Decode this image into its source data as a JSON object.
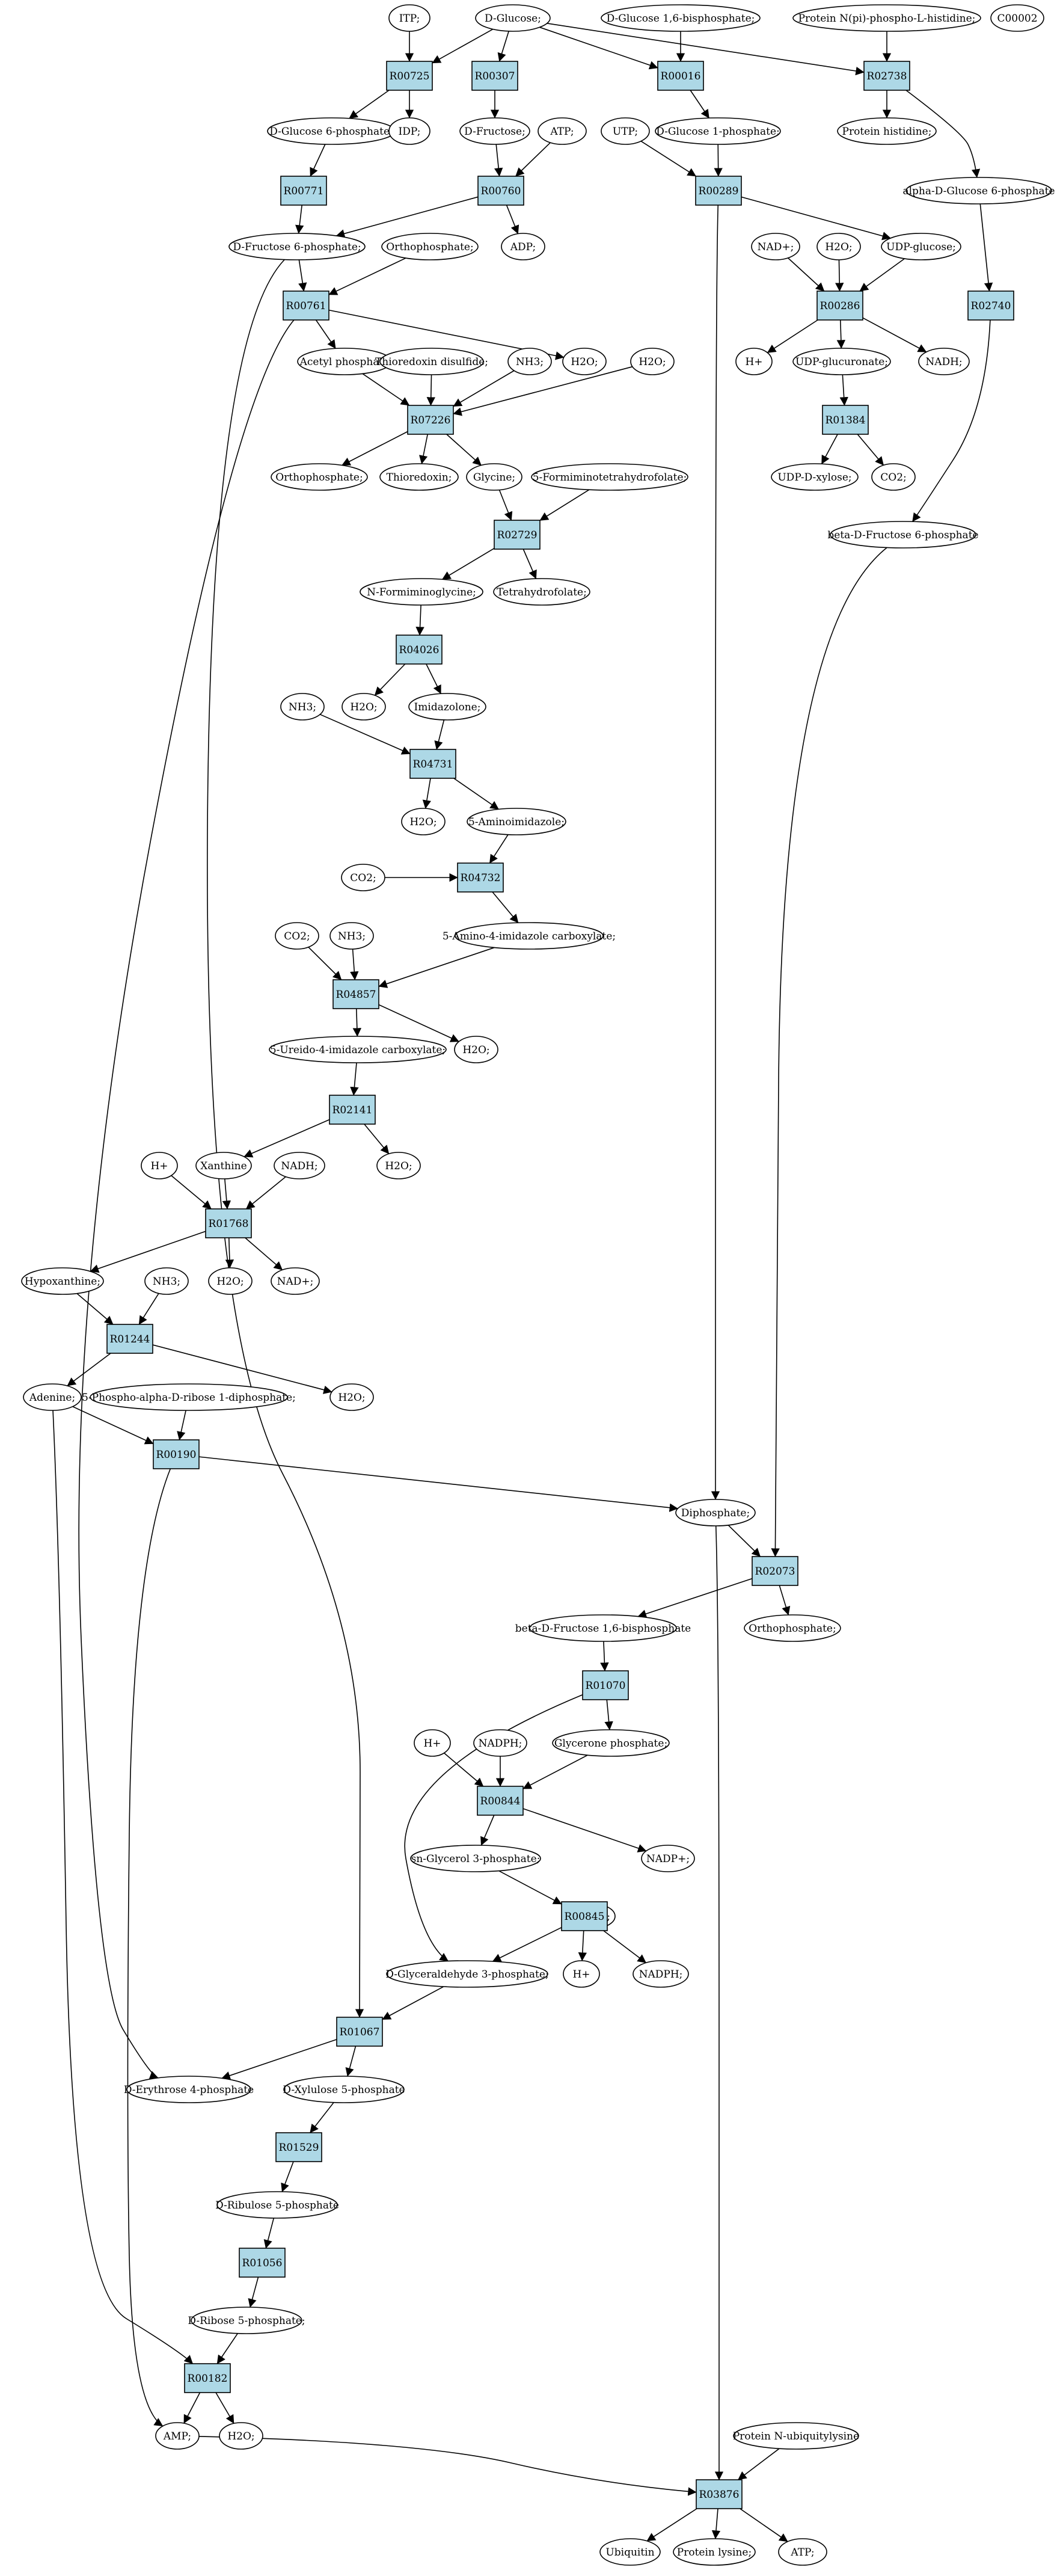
{
  "colors": {
    "reaction_fill": "#add8e6",
    "compound_fill": "#ffffff",
    "start_fill": "#00ff00",
    "target_fill": "#ffff00",
    "edge": "#000000"
  },
  "compounds": [
    {
      "id": "itp",
      "label": "ITP;"
    },
    {
      "id": "dglc",
      "label": "D-Glucose;",
      "fill": "#00ff00"
    },
    {
      "id": "dglc16bp",
      "label": "D-Glucose 1,6-bisphosphate;"
    },
    {
      "id": "protnphis",
      "label": "Protein N(pi)-phospho-L-histidine;"
    },
    {
      "id": "c00002",
      "label": "C00002",
      "fill": "#ffff00"
    },
    {
      "id": "dglc6p",
      "label": "D-Glucose 6-phosphate;"
    },
    {
      "id": "idp",
      "label": "IDP;"
    },
    {
      "id": "dfru",
      "label": "D-Fructose;"
    },
    {
      "id": "atp1",
      "label": "ATP;"
    },
    {
      "id": "utp",
      "label": "UTP;"
    },
    {
      "id": "dglc1p",
      "label": "D-Glucose 1-phosphate;"
    },
    {
      "id": "prothis",
      "label": "Protein histidine;"
    },
    {
      "id": "adglc6p",
      "label": "alpha-D-Glucose 6-phosphate"
    },
    {
      "id": "dfru6p",
      "label": "D-Fructose 6-phosphate;"
    },
    {
      "id": "orthop1",
      "label": "Orthophosphate;"
    },
    {
      "id": "adp",
      "label": "ADP;"
    },
    {
      "id": "nadp1",
      "label": "NAD+;"
    },
    {
      "id": "h2o_a",
      "label": "H2O;"
    },
    {
      "id": "udpglc",
      "label": "UDP-glucose;"
    },
    {
      "id": "acetylp",
      "label": "Acetyl phosphate"
    },
    {
      "id": "thiodis",
      "label": "Thioredoxin disulfide;"
    },
    {
      "id": "nh3_a",
      "label": "NH3;"
    },
    {
      "id": "h2o_b",
      "label": "H2O;"
    },
    {
      "id": "h2o_c",
      "label": "H2O;"
    },
    {
      "id": "hplus_a",
      "label": "H+"
    },
    {
      "id": "udpglcur",
      "label": "UDP-glucuronate;"
    },
    {
      "id": "nadh_a",
      "label": "NADH;"
    },
    {
      "id": "orthop2",
      "label": "Orthophosphate;"
    },
    {
      "id": "thio",
      "label": "Thioredoxin;"
    },
    {
      "id": "gly",
      "label": "Glycine;"
    },
    {
      "id": "formthf",
      "label": "5-Formiminotetrahydrofolate;"
    },
    {
      "id": "udpxyl",
      "label": "UDP-D-xylose;"
    },
    {
      "id": "co2_a",
      "label": "CO2;"
    },
    {
      "id": "bfru6p",
      "label": "beta-D-Fructose 6-phosphate"
    },
    {
      "id": "nformgly",
      "label": "N-Formiminoglycine;"
    },
    {
      "id": "thf",
      "label": "Tetrahydrofolate;"
    },
    {
      "id": "nh3_b",
      "label": "NH3;"
    },
    {
      "id": "h2o_d",
      "label": "H2O;"
    },
    {
      "id": "imidaz",
      "label": "Imidazolone;"
    },
    {
      "id": "h2o_e",
      "label": "H2O;"
    },
    {
      "id": "aminoimid",
      "label": "5-Aminoimidazole;"
    },
    {
      "id": "co2_b",
      "label": "CO2;"
    },
    {
      "id": "aicarb",
      "label": "5-Amino-4-imidazole carboxylate;"
    },
    {
      "id": "co2_c",
      "label": "CO2;"
    },
    {
      "id": "nh3_c",
      "label": "NH3;"
    },
    {
      "id": "ureido",
      "label": "5-Ureido-4-imidazole carboxylate;"
    },
    {
      "id": "h2o_f",
      "label": "H2O;"
    },
    {
      "id": "hplus_b",
      "label": "H+"
    },
    {
      "id": "xanth",
      "label": "Xanthine"
    },
    {
      "id": "nadh_b",
      "label": "NADH;"
    },
    {
      "id": "h2o_g",
      "label": "H2O;"
    },
    {
      "id": "hypox",
      "label": "Hypoxanthine;"
    },
    {
      "id": "nh3_d",
      "label": "NH3;"
    },
    {
      "id": "h2o_h",
      "label": "H2O;"
    },
    {
      "id": "nadp2",
      "label": "NAD+;"
    },
    {
      "id": "adenine",
      "label": "Adenine;"
    },
    {
      "id": "prpp",
      "label": "5-Phospho-alpha-D-ribose 1-diphosphate;"
    },
    {
      "id": "h2o_i",
      "label": "H2O;"
    },
    {
      "id": "diphos",
      "label": "Diphosphate;"
    },
    {
      "id": "bfru16bp",
      "label": "beta-D-Fructose 1,6-bisphosphate"
    },
    {
      "id": "orthop3",
      "label": "Orthophosphate;"
    },
    {
      "id": "hplus_c",
      "label": "H+"
    },
    {
      "id": "nadph_a",
      "label": "NADPH;"
    },
    {
      "id": "glyceronep",
      "label": "Glycerone phosphate;"
    },
    {
      "id": "snglyc3p",
      "label": "sn-Glycerol 3-phosphate;"
    },
    {
      "id": "nadpp_a",
      "label": "NADP+;"
    },
    {
      "id": "nadpp_b",
      "label": "NADP+;"
    },
    {
      "id": "dga3p",
      "label": "D-Glyceraldehyde 3-phosphate;"
    },
    {
      "id": "hplus_d",
      "label": "H+"
    },
    {
      "id": "nadph_b",
      "label": "NADPH;"
    },
    {
      "id": "dery4p",
      "label": "D-Erythrose 4-phosphate"
    },
    {
      "id": "dxyl5p",
      "label": "D-Xylulose 5-phosphate"
    },
    {
      "id": "drbl5p",
      "label": "D-Ribulose 5-phosphate"
    },
    {
      "id": "drib5p",
      "label": "D-Ribose 5-phosphate;"
    },
    {
      "id": "protnub",
      "label": "Protein N-ubiquitylysine"
    },
    {
      "id": "amp",
      "label": "AMP;"
    },
    {
      "id": "h2o_j",
      "label": "H2O;"
    },
    {
      "id": "ubiq",
      "label": "Ubiquitin"
    },
    {
      "id": "protlys",
      "label": "Protein lysine;"
    },
    {
      "id": "atp2",
      "label": "ATP;"
    }
  ],
  "reactions": [
    {
      "id": "R00725",
      "label": "R00725"
    },
    {
      "id": "R00307",
      "label": "R00307"
    },
    {
      "id": "R00016",
      "label": "R00016"
    },
    {
      "id": "R02738",
      "label": "R02738"
    },
    {
      "id": "R00771",
      "label": "R00771"
    },
    {
      "id": "R00760",
      "label": "R00760"
    },
    {
      "id": "R00289",
      "label": "R00289"
    },
    {
      "id": "R00761",
      "label": "R00761"
    },
    {
      "id": "R00286",
      "label": "R00286"
    },
    {
      "id": "R02740",
      "label": "R02740"
    },
    {
      "id": "R07226",
      "label": "R07226"
    },
    {
      "id": "R01384",
      "label": "R01384"
    },
    {
      "id": "R02729",
      "label": "R02729"
    },
    {
      "id": "R04026",
      "label": "R04026"
    },
    {
      "id": "R04731",
      "label": "R04731"
    },
    {
      "id": "R04732",
      "label": "R04732"
    },
    {
      "id": "R04857",
      "label": "R04857"
    },
    {
      "id": "R02141",
      "label": "R02141"
    },
    {
      "id": "R01768",
      "label": "R01768"
    },
    {
      "id": "R01244",
      "label": "R01244"
    },
    {
      "id": "R00190",
      "label": "R00190"
    },
    {
      "id": "R02073",
      "label": "R02073"
    },
    {
      "id": "R01070",
      "label": "R01070"
    },
    {
      "id": "R00844",
      "label": "R00844"
    },
    {
      "id": "R00845",
      "label": "R00845"
    },
    {
      "id": "R01067",
      "label": "R01067"
    },
    {
      "id": "R01529",
      "label": "R01529"
    },
    {
      "id": "R01056",
      "label": "R01056"
    },
    {
      "id": "R00182",
      "label": "R00182"
    },
    {
      "id": "R03876",
      "label": "R03876"
    }
  ],
  "edges": [
    [
      "itp",
      "R00725"
    ],
    [
      "dglc",
      "R00725"
    ],
    [
      "dglc",
      "R00307"
    ],
    [
      "dglc",
      "R00016"
    ],
    [
      "dglc",
      "R02738"
    ],
    [
      "dglc16bp",
      "R00016"
    ],
    [
      "protnphis",
      "R02738"
    ],
    [
      "R00725",
      "dglc6p"
    ],
    [
      "R00725",
      "idp"
    ],
    [
      "R00307",
      "dfru"
    ],
    [
      "R00016",
      "dglc1p"
    ],
    [
      "R02738",
      "prothis"
    ],
    [
      "R02738",
      "adglc6p"
    ],
    [
      "dglc6p",
      "R00771"
    ],
    [
      "dfru",
      "R00760"
    ],
    [
      "atp1",
      "R00760"
    ],
    [
      "utp",
      "R00289"
    ],
    [
      "dglc1p",
      "R00289"
    ],
    [
      "R00771",
      "dfru6p"
    ],
    [
      "R00760",
      "dfru6p"
    ],
    [
      "R00760",
      "adp"
    ],
    [
      "adglc6p",
      "R02740"
    ],
    [
      "dfru6p",
      "R00761"
    ],
    [
      "orthop1",
      "R00761"
    ],
    [
      "R00289",
      "udpglc"
    ],
    [
      "R00289",
      "diphos"
    ],
    [
      "nadp1",
      "R00286"
    ],
    [
      "h2o_a",
      "R00286"
    ],
    [
      "udpglc",
      "R00286"
    ],
    [
      "R00761",
      "acetylp"
    ],
    [
      "R00761",
      "h2o_b"
    ],
    [
      "R00761",
      "dery4p"
    ],
    [
      "dfru6p",
      "R01067"
    ],
    [
      "R00286",
      "hplus_a"
    ],
    [
      "R00286",
      "udpglcur"
    ],
    [
      "R00286",
      "nadh_a"
    ],
    [
      "R02740",
      "bfru6p"
    ],
    [
      "acetylp",
      "R07226"
    ],
    [
      "thiodis",
      "R07226"
    ],
    [
      "nh3_a",
      "R07226"
    ],
    [
      "h2o_c",
      "R07226"
    ],
    [
      "udpglcur",
      "R01384"
    ],
    [
      "R01384",
      "udpxyl"
    ],
    [
      "R01384",
      "co2_a"
    ],
    [
      "R07226",
      "orthop2"
    ],
    [
      "R07226",
      "thio"
    ],
    [
      "R07226",
      "gly"
    ],
    [
      "gly",
      "R02729"
    ],
    [
      "formthf",
      "R02729"
    ],
    [
      "R02729",
      "nformgly"
    ],
    [
      "R02729",
      "thf"
    ],
    [
      "nformgly",
      "R04026"
    ],
    [
      "R04026",
      "h2o_d"
    ],
    [
      "R04026",
      "imidaz"
    ],
    [
      "nh3_b",
      "R04731"
    ],
    [
      "imidaz",
      "R04731"
    ],
    [
      "R04731",
      "h2o_e"
    ],
    [
      "R04731",
      "aminoimid"
    ],
    [
      "co2_b",
      "R04732"
    ],
    [
      "aminoimid",
      "R04732"
    ],
    [
      "R04732",
      "aicarb"
    ],
    [
      "co2_c",
      "R04857"
    ],
    [
      "nh3_c",
      "R04857"
    ],
    [
      "aicarb",
      "R04857"
    ],
    [
      "R04857",
      "ureido"
    ],
    [
      "R04857",
      "h2o_f"
    ],
    [
      "ureido",
      "R02141"
    ],
    [
      "R02141",
      "xanth"
    ],
    [
      "R02141",
      "h2o_g"
    ],
    [
      "hplus_b",
      "R01768"
    ],
    [
      "xanth",
      "R01768"
    ],
    [
      "nadh_b",
      "R01768"
    ],
    [
      "R01768",
      "hypox"
    ],
    [
      "R01768",
      "h2o_h"
    ],
    [
      "R01768",
      "nadp2"
    ],
    [
      "hypox",
      "R01244"
    ],
    [
      "nh3_d",
      "R01244"
    ],
    [
      "R01244",
      "adenine"
    ],
    [
      "R01244",
      "h2o_i"
    ],
    [
      "adenine",
      "R00190"
    ],
    [
      "prpp",
      "R00190"
    ],
    [
      "adenine",
      "R00182"
    ],
    [
      "R00190",
      "diphos"
    ],
    [
      "R00190",
      "amp"
    ],
    [
      "diphos",
      "R02073"
    ],
    [
      "bfru6p",
      "R02073"
    ],
    [
      "diphos",
      "R03876"
    ],
    [
      "R02073",
      "bfru16bp"
    ],
    [
      "R02073",
      "orthop3"
    ],
    [
      "bfru16bp",
      "R01070"
    ],
    [
      "R01070",
      "glyceronep"
    ],
    [
      "R01070",
      "dga3p"
    ],
    [
      "hplus_c",
      "R00844"
    ],
    [
      "nadph_a",
      "R00844"
    ],
    [
      "glyceronep",
      "R00844"
    ],
    [
      "R00844",
      "snglyc3p"
    ],
    [
      "R00844",
      "nadpp_a"
    ],
    [
      "snglyc3p",
      "R00845"
    ],
    [
      "nadpp_b",
      "R00845"
    ],
    [
      "R00845",
      "dga3p"
    ],
    [
      "R00845",
      "hplus_d"
    ],
    [
      "R00845",
      "nadph_b"
    ],
    [
      "dga3p",
      "R01067"
    ],
    [
      "R01067",
      "dery4p"
    ],
    [
      "R01067",
      "dxyl5p"
    ],
    [
      "dxyl5p",
      "R01529"
    ],
    [
      "R01529",
      "drbl5p"
    ],
    [
      "drbl5p",
      "R01056"
    ],
    [
      "R01056",
      "drib5p"
    ],
    [
      "drib5p",
      "R00182"
    ],
    [
      "R00182",
      "amp"
    ],
    [
      "R00182",
      "h2o_j"
    ],
    [
      "amp",
      "R03876"
    ],
    [
      "protnub",
      "R03876"
    ],
    [
      "R03876",
      "ubiq"
    ],
    [
      "R03876",
      "protlys"
    ],
    [
      "R03876",
      "atp2"
    ]
  ]
}
